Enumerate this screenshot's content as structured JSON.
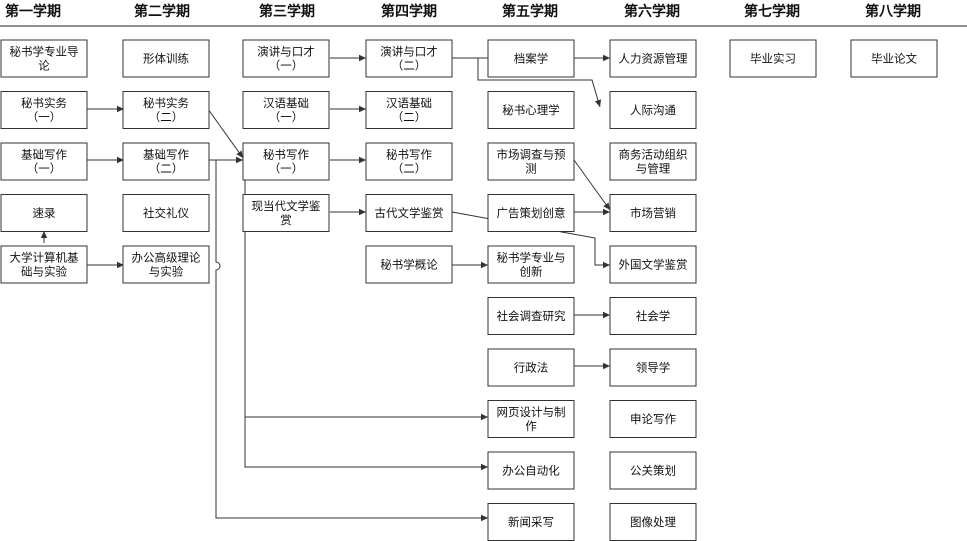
{
  "semesters": [
    "第一学期",
    "第二学期",
    "第三学期",
    "第四学期",
    "第五学期",
    "第六学期",
    "第七学期",
    "第八学期"
  ],
  "courses": [
    {
      "id": "c1_1",
      "lines": [
        "秘书学专业导",
        "论"
      ]
    },
    {
      "id": "c1_2",
      "lines": [
        "秘书实务",
        "（一）"
      ]
    },
    {
      "id": "c1_3",
      "lines": [
        "基础写作",
        "（一）"
      ]
    },
    {
      "id": "c1_4",
      "lines": [
        "速录"
      ]
    },
    {
      "id": "c1_5",
      "lines": [
        "大学计算机基",
        "础与实验"
      ]
    },
    {
      "id": "c2_1",
      "lines": [
        "形体训练"
      ]
    },
    {
      "id": "c2_2",
      "lines": [
        "秘书实务",
        "（二）"
      ]
    },
    {
      "id": "c2_3",
      "lines": [
        "基础写作",
        "（二）"
      ]
    },
    {
      "id": "c2_4",
      "lines": [
        "社交礼仪"
      ]
    },
    {
      "id": "c2_5",
      "lines": [
        "办公高级理论",
        "与实验"
      ]
    },
    {
      "id": "c3_1",
      "lines": [
        "演讲与口才",
        "（一）"
      ]
    },
    {
      "id": "c3_2",
      "lines": [
        "汉语基础",
        "（一）"
      ]
    },
    {
      "id": "c3_3",
      "lines": [
        "秘书写作",
        "（一）"
      ]
    },
    {
      "id": "c3_4",
      "lines": [
        "现当代文学鉴",
        "赏"
      ]
    },
    {
      "id": "c4_1",
      "lines": [
        "演讲与口才",
        "（二）"
      ]
    },
    {
      "id": "c4_2",
      "lines": [
        "汉语基础",
        "（二）"
      ]
    },
    {
      "id": "c4_3",
      "lines": [
        "秘书写作",
        "（二）"
      ]
    },
    {
      "id": "c4_4",
      "lines": [
        "古代文学鉴赏"
      ]
    },
    {
      "id": "c4_5",
      "lines": [
        "秘书学概论"
      ]
    },
    {
      "id": "c5_1",
      "lines": [
        "档案学"
      ]
    },
    {
      "id": "c5_2",
      "lines": [
        "秘书心理学"
      ]
    },
    {
      "id": "c5_3",
      "lines": [
        "市场调查与预",
        "测"
      ]
    },
    {
      "id": "c5_4",
      "lines": [
        "广告策划创意"
      ]
    },
    {
      "id": "c5_5",
      "lines": [
        "秘书学专业与",
        "创新"
      ]
    },
    {
      "id": "c5_6",
      "lines": [
        "社会调查研究"
      ]
    },
    {
      "id": "c5_7",
      "lines": [
        "行政法"
      ]
    },
    {
      "id": "c5_8",
      "lines": [
        "网页设计与制",
        "作"
      ]
    },
    {
      "id": "c5_9",
      "lines": [
        "办公自动化"
      ]
    },
    {
      "id": "c5_10",
      "lines": [
        "新闻采写"
      ]
    },
    {
      "id": "c6_1",
      "lines": [
        "人力资源管理"
      ]
    },
    {
      "id": "c6_2",
      "lines": [
        "人际沟通"
      ]
    },
    {
      "id": "c6_3",
      "lines": [
        "商务活动组织",
        "与管理"
      ]
    },
    {
      "id": "c6_4",
      "lines": [
        "市场营销"
      ]
    },
    {
      "id": "c6_5",
      "lines": [
        "外国文学鉴赏"
      ]
    },
    {
      "id": "c6_6",
      "lines": [
        "社会学"
      ]
    },
    {
      "id": "c6_7",
      "lines": [
        "领导学"
      ]
    },
    {
      "id": "c6_8",
      "lines": [
        "申论写作"
      ]
    },
    {
      "id": "c6_9",
      "lines": [
        "公关策划"
      ]
    },
    {
      "id": "c6_10",
      "lines": [
        "图像处理"
      ]
    },
    {
      "id": "c7_1",
      "lines": [
        "毕业实习"
      ]
    },
    {
      "id": "c8_1",
      "lines": [
        "毕业论文"
      ]
    }
  ]
}
